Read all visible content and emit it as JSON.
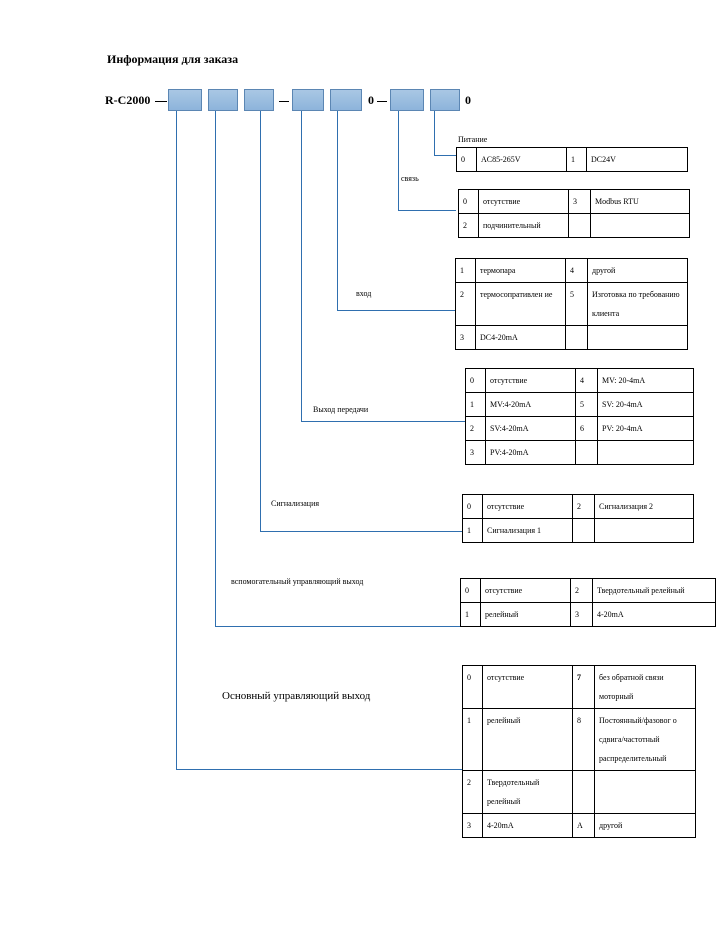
{
  "title": "Информация для заказа",
  "model_code": "R-C2000",
  "separators": [
    "0",
    "0"
  ],
  "labels": {
    "power": "Питание",
    "comm": "связь",
    "input": "вход",
    "transmit": "Выход передачи",
    "alarm": "Сигнализация",
    "aux": "вспомогательный управляющий выход",
    "main": "Основный управляющий выход"
  },
  "tables": {
    "power": [
      [
        "0",
        "AC85-265V",
        "1",
        "DC24V"
      ]
    ],
    "comm": [
      [
        "0",
        "отсутствие",
        "3",
        "Modbus RTU"
      ],
      [
        "2",
        "подчинительный",
        "",
        ""
      ]
    ],
    "input": [
      [
        "1",
        "термопара",
        "4",
        "другой"
      ],
      [
        "2",
        "термосопративлен ие",
        "5",
        "Изготовка по требованию клиента"
      ],
      [
        "3",
        "DC4-20mA",
        "",
        ""
      ]
    ],
    "transmit": [
      [
        "0",
        "отсутствие",
        "4",
        "MV: 20-4mA"
      ],
      [
        "1",
        "MV:4-20mA",
        "5",
        "SV: 20-4mA"
      ],
      [
        "2",
        "SV:4-20mA",
        "6",
        "PV: 20-4mA"
      ],
      [
        "3",
        "PV:4-20mA",
        "",
        ""
      ]
    ],
    "alarm": [
      [
        "0",
        "отсутствие",
        "2",
        "Сигнализация 2"
      ],
      [
        "1",
        "Сигнализация 1",
        "",
        ""
      ]
    ],
    "aux": [
      [
        "0",
        "отсутствие",
        "2",
        "Твердотельный релейный"
      ],
      [
        "1",
        "релейный",
        "3",
        "4-20mA"
      ]
    ],
    "main": [
      [
        "0",
        "отсутствие",
        "7",
        "без обратной связи моторный"
      ],
      [
        "1",
        "релейный",
        "8",
        "Постоянный/фазовог о сдвига/частотный распределительный"
      ],
      [
        "2",
        "Твердотельный релейный",
        "",
        ""
      ],
      [
        "3",
        "4-20mA",
        "A",
        "другой"
      ]
    ]
  }
}
